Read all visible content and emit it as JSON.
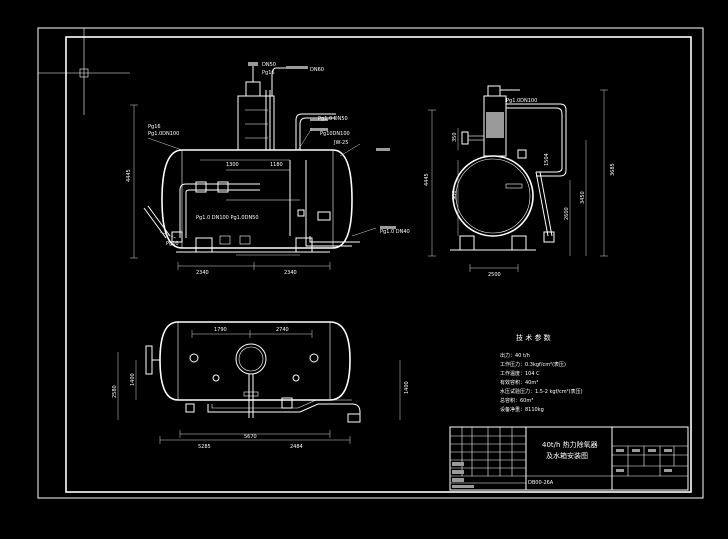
{
  "drawing": {
    "background": "#000000",
    "line_color": "#ffffff",
    "front_view": {
      "dims_top": [
        "1300",
        "1180"
      ],
      "dims_bottom": [
        "2340",
        "2340"
      ],
      "dim_left": "4445",
      "nozzles": {
        "top_1": "DN50",
        "top_1b": "Pg16",
        "top_2": "DN60",
        "left_1": "Pg16",
        "left_1b": "Pg1.0DN100",
        "right_1": "Pg1.0 DN50",
        "right_2": "Pg10DN100",
        "right_3": "JW-25",
        "right_4": "Pg1.0 DN40",
        "mid": "Pg1.0 DN100 Pg1.0DN50",
        "low": "Pg10"
      }
    },
    "side_view": {
      "top_label": "Pg1.0DN100",
      "dims_height": [
        "4445",
        "3685"
      ],
      "dims_inner": [
        "350",
        "900",
        "2600",
        "3450",
        "1504"
      ],
      "dim_bottom": "2500"
    },
    "plan_view": {
      "dims_top": [
        "1790",
        "2740"
      ],
      "dims_bottom": [
        "5285",
        "2484"
      ],
      "dim_mid": "5670",
      "dims_left": [
        "2580",
        "1400"
      ],
      "dim_right": "1400"
    },
    "tech_params": {
      "title": "技 术 参 数",
      "lines": [
        "出力：40 t/h",
        "工作压力：0.3kgf/cm²(表压)",
        "工作温度：104 C",
        "有效容积：40m³",
        "水压试验压力：1.5-2 kgf/cm²(表压)",
        "总容积：60m³",
        "设备净重：8110kg"
      ]
    },
    "title_block": {
      "title_line1": "40t/h 热力除氧器",
      "title_line2": "及水箱安装图",
      "drawing_no": "DB00-26A"
    }
  }
}
